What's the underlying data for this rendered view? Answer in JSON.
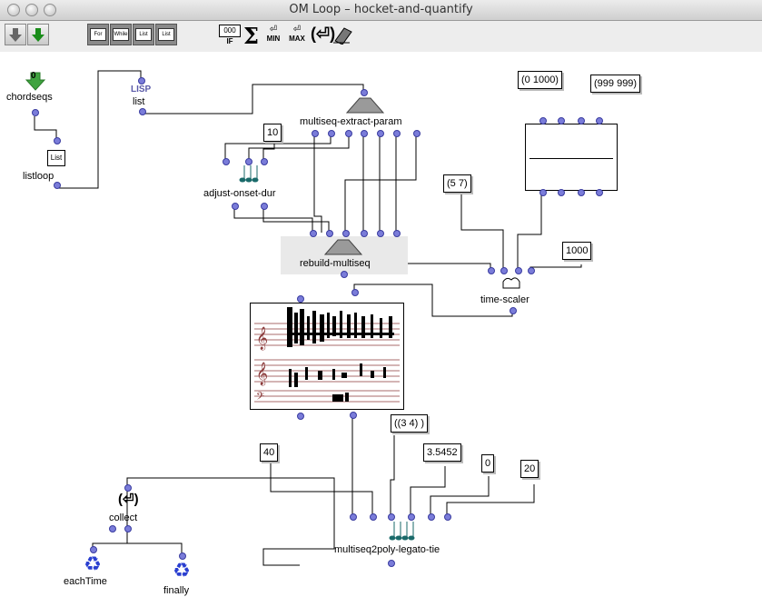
{
  "window": {
    "title": "OM Loop – hocket-and-quantify"
  },
  "toolbar": {
    "loop_buttons": [
      "For",
      "While",
      "List",
      "List"
    ],
    "om_if_label": "IF",
    "om_if_digits": "000",
    "min_label": "MIN",
    "max_label": "MAX"
  },
  "boxes": {
    "chordseqs": {
      "label": "chordseqs",
      "badge": "0"
    },
    "list": {
      "label": "list",
      "badge": "LISP"
    },
    "listloop": {
      "label": "listloop",
      "icon": "List"
    },
    "extract": {
      "label": "multiseq-extract-param"
    },
    "adjust": {
      "label": "adjust-onset-dur"
    },
    "rebuild": {
      "label": "rebuild-multiseq"
    },
    "time_scaler": {
      "label": "time-scaler"
    },
    "poly": {
      "label": "multiseq2poly-legato-tie"
    },
    "collect": {
      "label": "collect"
    },
    "each_time": {
      "label": "eachTime"
    },
    "finally": {
      "label": "finally"
    }
  },
  "values": {
    "v10": "10",
    "v0_1000": "(0 1000)",
    "v999": "(999 999)",
    "v57": "(5 7)",
    "v1000": "1000",
    "v34": "((3 4) )",
    "v40": "40",
    "v3545": "3.5452",
    "v0": "0",
    "v20": "20"
  },
  "colors": {
    "inlet": "#7a7cd9",
    "badge_green": "#3fa33f",
    "recycle_blue": "#2a3fd0",
    "staff": "#8b3a3a"
  }
}
